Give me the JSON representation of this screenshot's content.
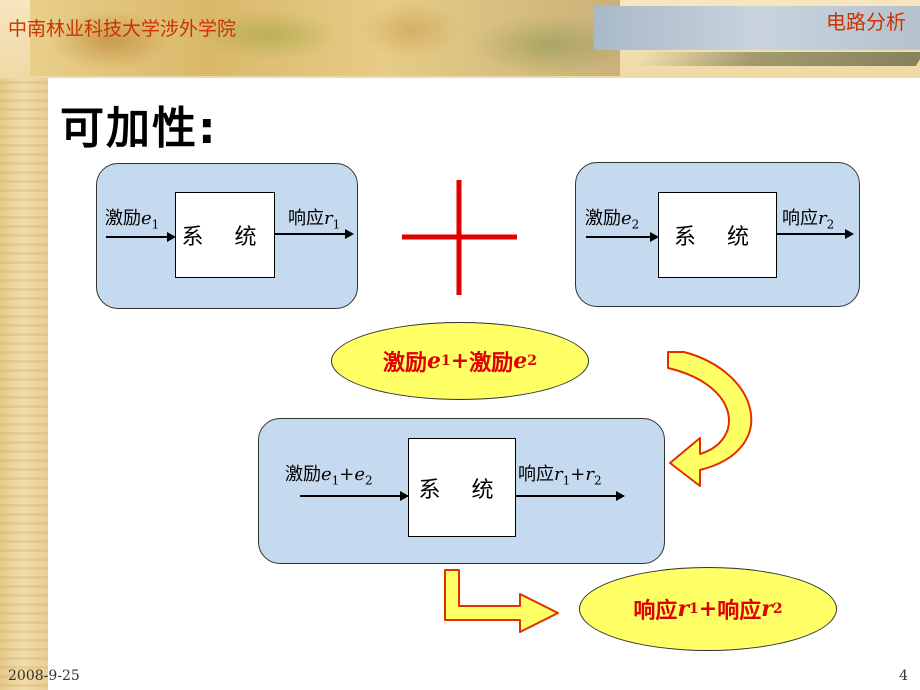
{
  "header": {
    "school": "中南林业科技大学涉外学院",
    "course": "电路分析"
  },
  "slide": {
    "title": "可加性:"
  },
  "system1": {
    "input_label": "激励",
    "input_var": "e",
    "input_sub": "1",
    "box_label": "系 统",
    "output_label": "响应",
    "output_var": "r",
    "output_sub": "1"
  },
  "system2": {
    "input_label": "激励",
    "input_var": "e",
    "input_sub": "2",
    "box_label": "系 统",
    "output_label": "响应",
    "output_var": "r",
    "output_sub": "2"
  },
  "system3": {
    "input_label": "激励",
    "input_var1": "e",
    "input_sub1": "1",
    "plus": "+",
    "input_var2": "e",
    "input_sub2": "2",
    "box_label": "系 统",
    "output_label": "响应",
    "output_var1": "r",
    "output_sub1": "1",
    "output_var2": "r",
    "output_sub2": "2"
  },
  "sum_input": {
    "label_a": "激励",
    "var_a": "e",
    "sub_a": "1",
    "plus": "+",
    "label_b": "激励",
    "var_b": "e",
    "sub_b": "2"
  },
  "sum_output": {
    "label_a": "响应",
    "var_a": "r",
    "sub_a": "1",
    "plus": "+",
    "label_b": "响应",
    "var_b": "r",
    "sub_b": "2"
  },
  "colors": {
    "accent_red": "#e00000",
    "panel_blue": "#c5d9ef",
    "ellipse_yellow": "#ffff66",
    "arrow_yellow": "#ffff66",
    "header_text": "#cc3300"
  },
  "footer": {
    "date": "2008-9-25",
    "page": "4"
  }
}
